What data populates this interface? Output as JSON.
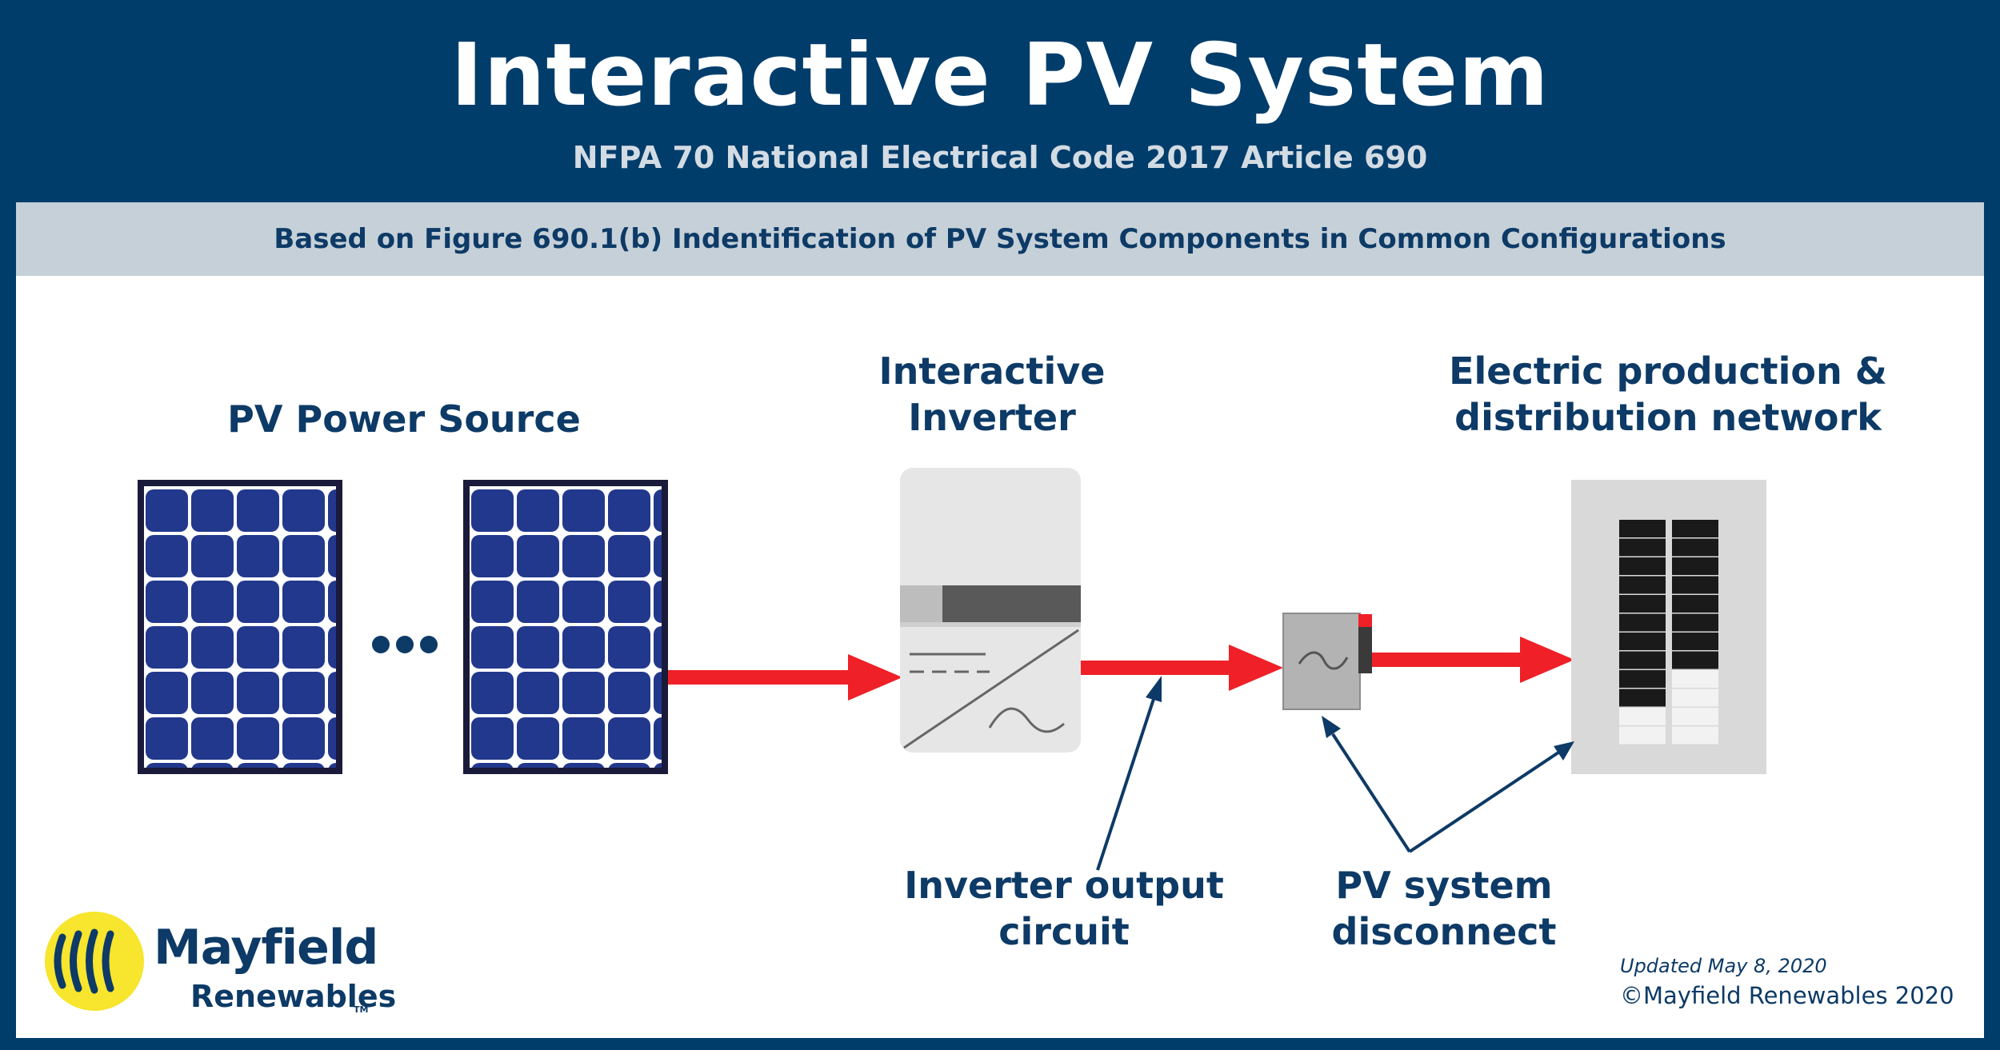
{
  "header": {
    "title": "Interactive PV System",
    "subtitle": "NFPA 70 National Electrical Code 2017 Article 690"
  },
  "band": {
    "text": "Based on Figure 690.1(b) Indentification of PV System Components in Common Configurations"
  },
  "labels": {
    "pv_source": "PV Power Source",
    "inverter_line1": "Interactive",
    "inverter_line2": "Inverter",
    "network_line1": "Electric production &",
    "network_line2": "distribution network",
    "output_line1": "Inverter output",
    "output_line2": "circuit",
    "disconnect_line1": "PV system",
    "disconnect_line2": "disconnect"
  },
  "logo": {
    "name_line1": "Mayfield",
    "name_line2": "Renewables",
    "tm": "TM"
  },
  "footer": {
    "updated": "Updated May 8, 2020",
    "copyright": "©Mayfield Renewables 2020"
  },
  "colors": {
    "navy": "#003d6b",
    "text_navy": "#0d3a66",
    "band_gray": "#c5d0d8",
    "arrow_red": "#ef2027",
    "cell_blue": "#22388c",
    "logo_yellow": "#f7e52e"
  }
}
